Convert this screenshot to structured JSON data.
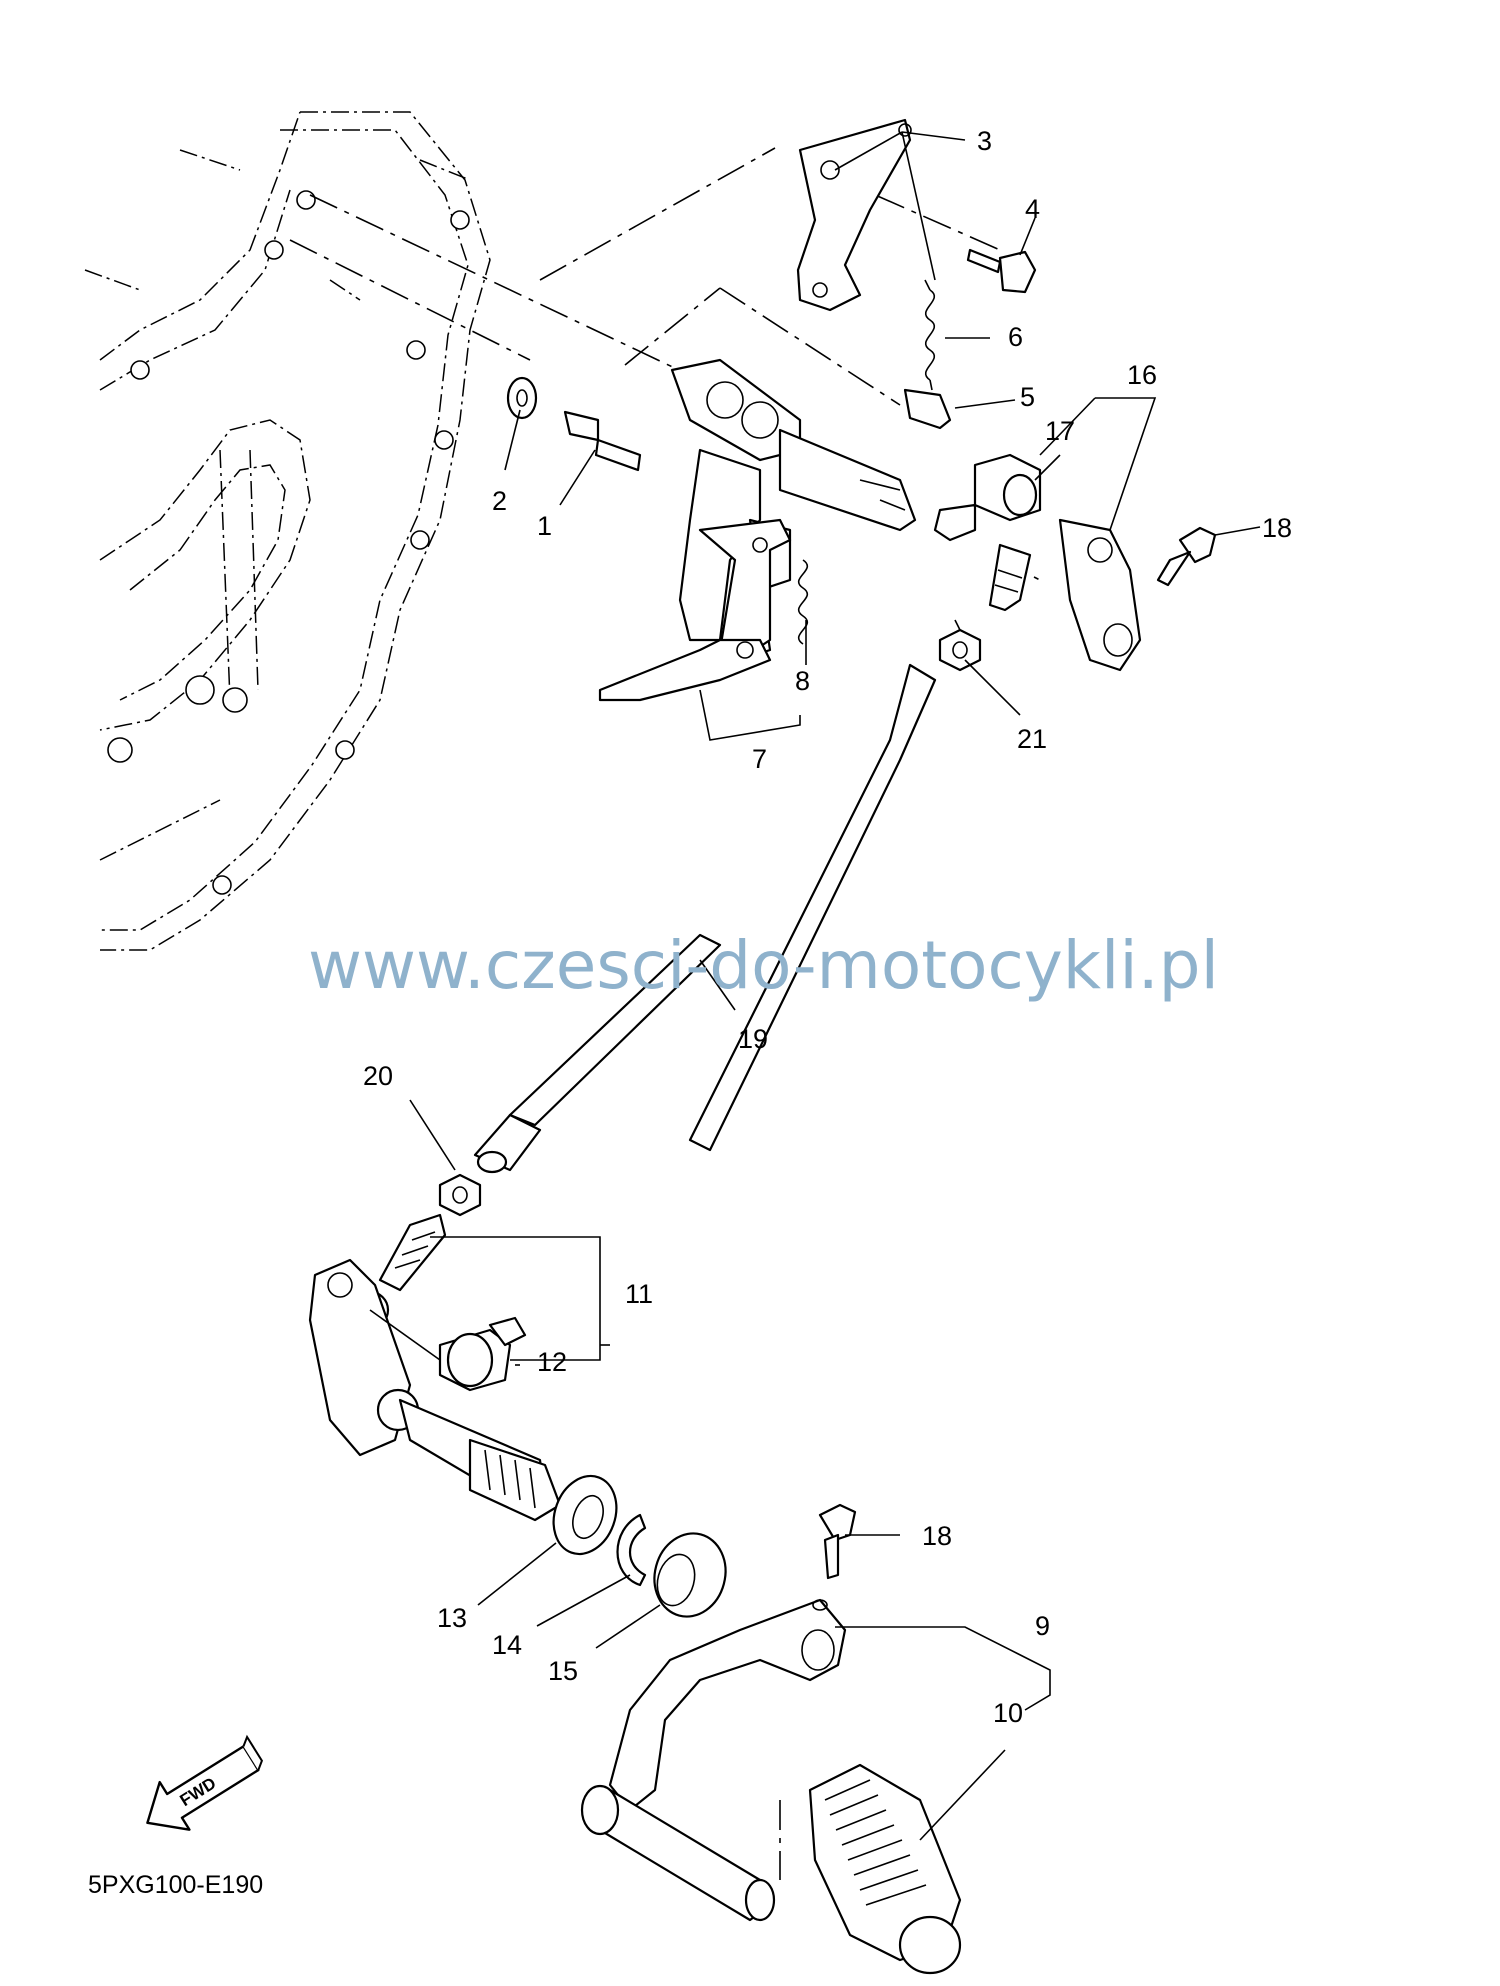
{
  "diagram": {
    "callouts": [
      "1",
      "2",
      "3",
      "4",
      "5",
      "6",
      "7",
      "8",
      "9",
      "10",
      "11",
      "12",
      "13",
      "14",
      "15",
      "16",
      "17",
      "18",
      "18",
      "19",
      "20",
      "21"
    ],
    "watermark": "www.czesci-do-motocykli.pl",
    "diagram_code": "5PXG100-E190",
    "fwd_label": "FWD"
  }
}
